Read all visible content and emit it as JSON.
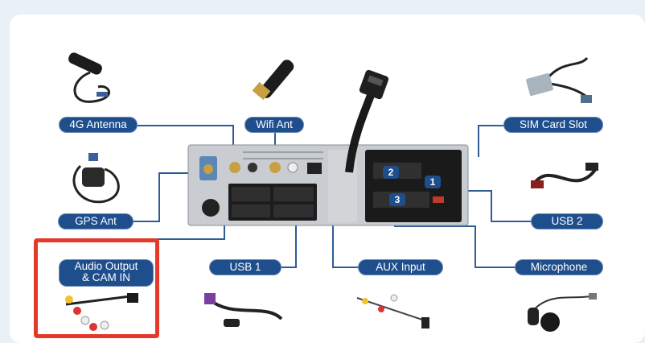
{
  "colors": {
    "pill": "#1f4e8c",
    "line": "#2e5c97",
    "highlight": "#e53a2a",
    "background": "#e9f0f6"
  },
  "labels": {
    "antenna_4g": "4G Antenna",
    "wifi_ant": "Wifi Ant",
    "sim_card_slot": "SIM Card Slot",
    "gps_ant": "GPS Ant",
    "usb2": "USB 2",
    "audio_output_line1": "Audio Output",
    "audio_output_line2": "& CAM IN",
    "usb1": "USB 1",
    "aux_input": "AUX Input",
    "microphone": "Microphone"
  },
  "port_numbers": [
    "1",
    "2",
    "3"
  ],
  "icons": {
    "antenna_4g": "4g-antenna-icon",
    "wifi": "wifi-antenna-icon",
    "sim": "sim-card-cable-icon",
    "gps": "gps-antenna-icon",
    "usb2": "usb-cable-icon",
    "audio": "rca-cable-icon",
    "usb1": "usb-cable-icon",
    "aux": "aux-cable-icon",
    "mic": "microphone-icon",
    "head_unit": "head-unit-back-panel"
  }
}
